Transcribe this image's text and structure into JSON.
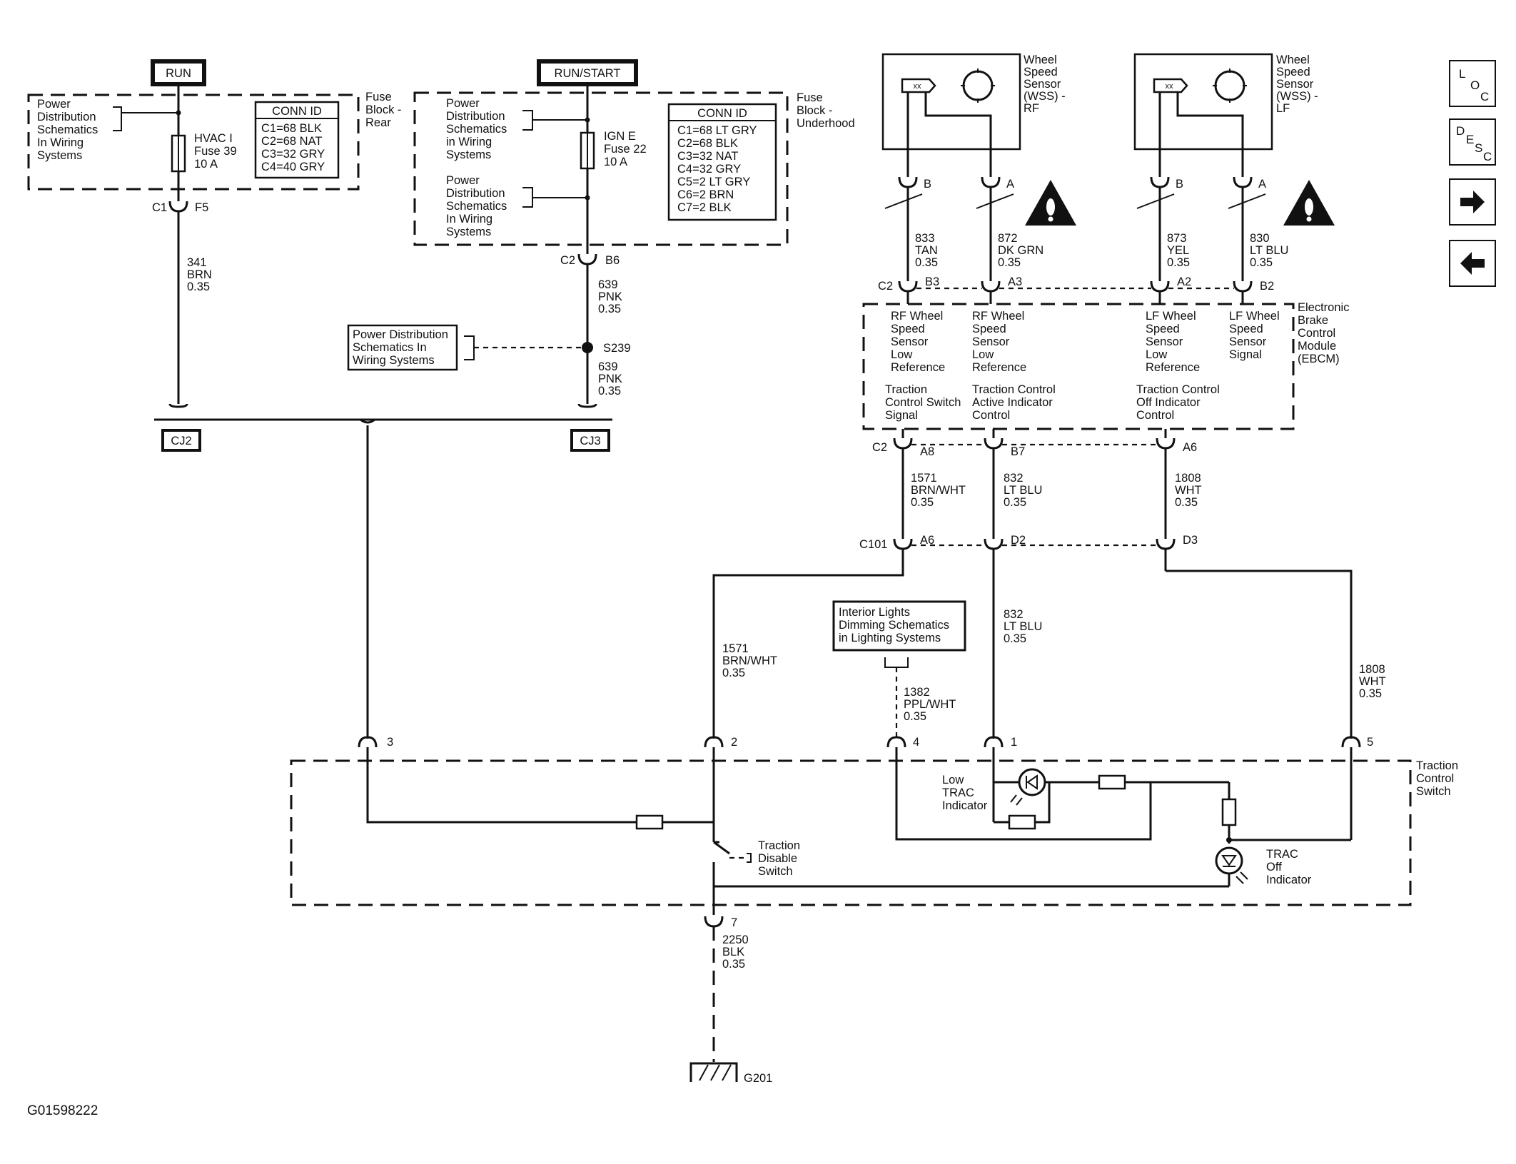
{
  "figure_id": "G01598222",
  "nav": {
    "loc": [
      "L",
      "O",
      "C"
    ],
    "desc": [
      "D",
      "E",
      "S",
      "C"
    ],
    "next_icon": "arrow-right-icon",
    "prev_icon": "arrow-left-icon"
  },
  "labels": {
    "run": "RUN",
    "run_start": "RUN/START",
    "fuse_rear_pds": [
      "Power",
      "Distribution",
      "Schematics",
      "In Wiring",
      "Systems"
    ],
    "conn_id": "CONN ID",
    "rear_conn": [
      "C1=68 BLK",
      "C2=68 NAT",
      "C3=32 GRY",
      "C4=40 GRY"
    ],
    "hvac_fuse": [
      "HVAC I",
      "Fuse 39",
      "10 A"
    ],
    "fuse_block_rear": [
      "Fuse",
      "Block -",
      "Rear"
    ],
    "ign_fuse": [
      "IGN E",
      "Fuse 22",
      "10 A"
    ],
    "under_pds1": [
      "Power",
      "Distribution",
      "Schematics",
      "in Wiring",
      "Systems"
    ],
    "under_pds2": [
      "Power",
      "Distribution",
      "Schematics",
      "In Wiring",
      "Systems"
    ],
    "under_conn": [
      "C1=68 LT GRY",
      "C2=68 BLK",
      "C3=32 NAT",
      "C4=32 GRY",
      "C5=2 LT GRY",
      "C6=2 BRN",
      "C7=2 BLK"
    ],
    "fuse_block_under": [
      "Fuse",
      "Block -",
      "Underhood"
    ],
    "c1": "C1",
    "f5": "F5",
    "w341": [
      "341",
      "BRN",
      "0.35"
    ],
    "c2": "C2",
    "b6": "B6",
    "w639a": [
      "639",
      "PNK",
      "0.35"
    ],
    "pds_box": [
      "Power Distribution",
      "Schematics In",
      "Wiring Systems"
    ],
    "s239": "S239",
    "w639b": [
      "639",
      "PNK",
      "0.35"
    ],
    "cj2": "CJ2",
    "cj3": "CJ3",
    "wss_rf": [
      "Wheel",
      "Speed",
      "Sensor",
      "(WSS) -",
      "RF"
    ],
    "wss_lf": [
      "Wheel",
      "Speed",
      "Sensor",
      "(WSS) -",
      "LF"
    ],
    "pin_b": "B",
    "pin_a": "A",
    "w833": [
      "833",
      "TAN",
      "0.35"
    ],
    "w872": [
      "872",
      "DK GRN",
      "0.35"
    ],
    "w873": [
      "873",
      "YEL",
      "0.35"
    ],
    "w830": [
      "830",
      "LT BLU",
      "0.35"
    ],
    "c2_top": "C2",
    "b3": "B3",
    "a3": "A3",
    "a2": "A2",
    "b2": "B2",
    "ebcm_rf_low": [
      "RF Wheel",
      "Speed",
      "Sensor",
      "Low",
      "Reference"
    ],
    "ebcm_rf_low2": [
      "RF Wheel",
      "Speed",
      "Sensor",
      "Low",
      "Reference"
    ],
    "ebcm_lf_low": [
      "LF Wheel",
      "Speed",
      "Sensor",
      "Low",
      "Reference"
    ],
    "ebcm_lf_sig": [
      "LF Wheel",
      "Speed",
      "Sensor",
      "Signal"
    ],
    "ebcm_tcs": [
      "Traction",
      "Control Switch",
      "Signal"
    ],
    "ebcm_tca": [
      "Traction Control",
      "Active Indicator",
      "Control"
    ],
    "ebcm_tco": [
      "Traction Control",
      "Off Indicator",
      "Control"
    ],
    "ebcm_name": [
      "Electronic",
      "Brake",
      "Control",
      "Module",
      "(EBCM)"
    ],
    "c2_bot": "C2",
    "a8": "A8",
    "b7": "B7",
    "a6": "A6",
    "w1571a": [
      "1571",
      "BRN/WHT",
      "0.35"
    ],
    "w832a": [
      "832",
      "LT BLU",
      "0.35"
    ],
    "w1808a": [
      "1808",
      "WHT",
      "0.35"
    ],
    "c101": "C101",
    "a6b": "A6",
    "d2": "D2",
    "d3": "D3",
    "interior_box": [
      "Interior Lights",
      "Dimming Schematics",
      "in Lighting Systems"
    ],
    "w832b": [
      "832",
      "LT BLU",
      "0.35"
    ],
    "w1571b": [
      "1571",
      "BRN/WHT",
      "0.35"
    ],
    "w1382": [
      "1382",
      "PPL/WHT",
      "0.35"
    ],
    "w1808b": [
      "1808",
      "WHT",
      "0.35"
    ],
    "p3": "3",
    "p2": "2",
    "p4": "4",
    "p1": "1",
    "p5": "5",
    "tcs_name": [
      "Traction",
      "Control",
      "Switch"
    ],
    "low_trac": [
      "Low",
      "TRAC",
      "Indicator"
    ],
    "trac_disable": [
      "Traction",
      "Disable",
      "Switch"
    ],
    "trac_off": [
      "TRAC",
      "Off",
      "Indicator"
    ],
    "p7": "7",
    "w2250": [
      "2250",
      "BLK",
      "0.35"
    ],
    "g201": "G201"
  }
}
